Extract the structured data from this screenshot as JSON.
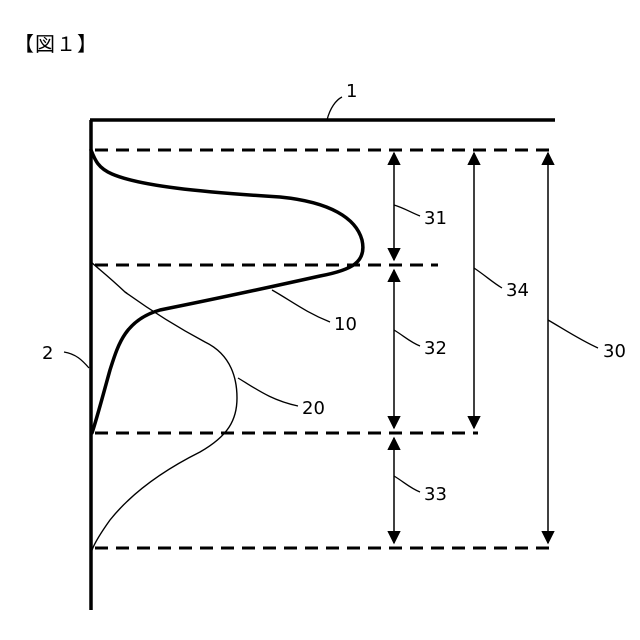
{
  "figure": {
    "title": "【図１】"
  },
  "labels": {
    "surface": "1",
    "substrate": "2",
    "curve_bold": "10",
    "curve_thin": "20",
    "region_upper": "31",
    "region_middle": "32",
    "region_lower": "33",
    "region_upper_middle": "34",
    "region_total": "30"
  }
}
